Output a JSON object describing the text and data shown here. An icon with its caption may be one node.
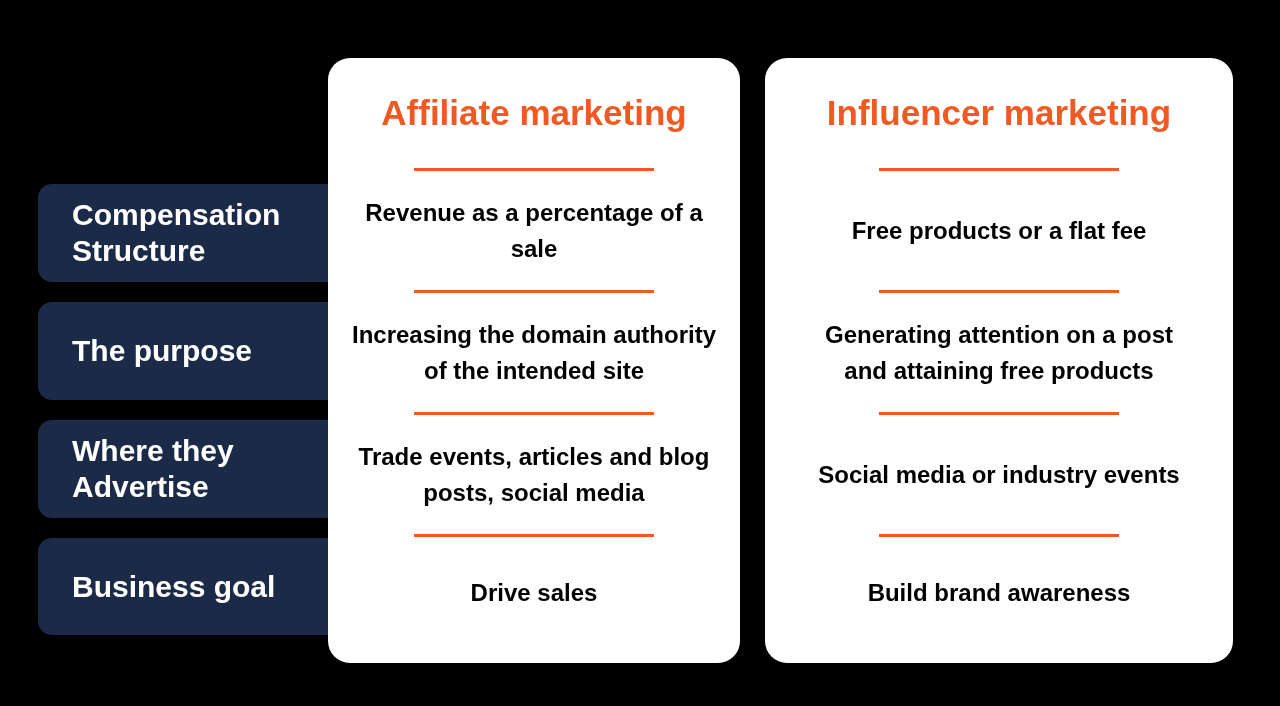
{
  "diagram": {
    "nodes": [
      {
        "text": [
          "Compensation Structure"
        ]
      },
      {
        "text": [
          "The purpose"
        ]
      },
      {
        "text": [
          "Where they Advertise"
        ]
      },
      {
        "text": [
          "Business goal"
        ]
      },
      {
        "text": [
          "Affiliate marketing",
          "Revenue as a percentage of a sale",
          "Increasing the domain authority of the intended site",
          "Trade events, articles and blog posts, social media",
          "Drive sales"
        ]
      },
      {
        "text": [
          "Influencer marketing",
          "Free products or a flat fee",
          "Generating attention on a post and attaining free products",
          "Social media or industry events",
          "Build brand awareness"
        ]
      }
    ]
  }
}
